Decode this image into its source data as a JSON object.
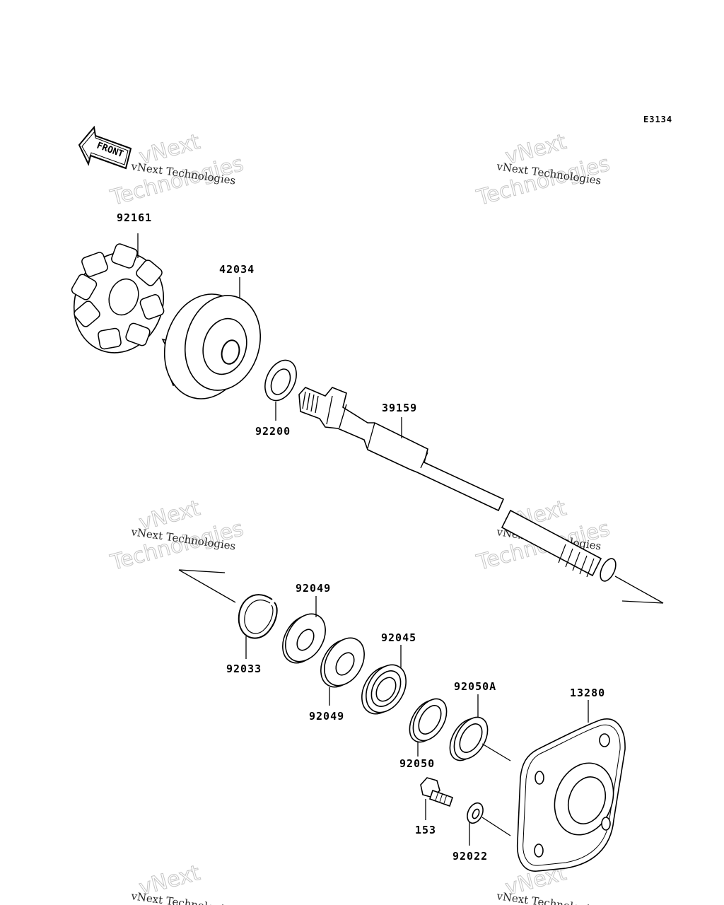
{
  "diagram_code": "E3134",
  "front_label": "FRONT",
  "watermark": {
    "line1": "vNext Technologies",
    "line2": "vNext",
    "line3": "Technologies"
  },
  "parts": {
    "p92161": "92161",
    "p42034": "42034",
    "p92200": "92200",
    "p39159": "39159",
    "p92049a": "92049",
    "p92033": "92033",
    "p92049b": "92049",
    "p92045": "92045",
    "p92050A": "92050A",
    "p92050": "92050",
    "p13280": "13280",
    "p153": "153",
    "p92022": "92022"
  }
}
